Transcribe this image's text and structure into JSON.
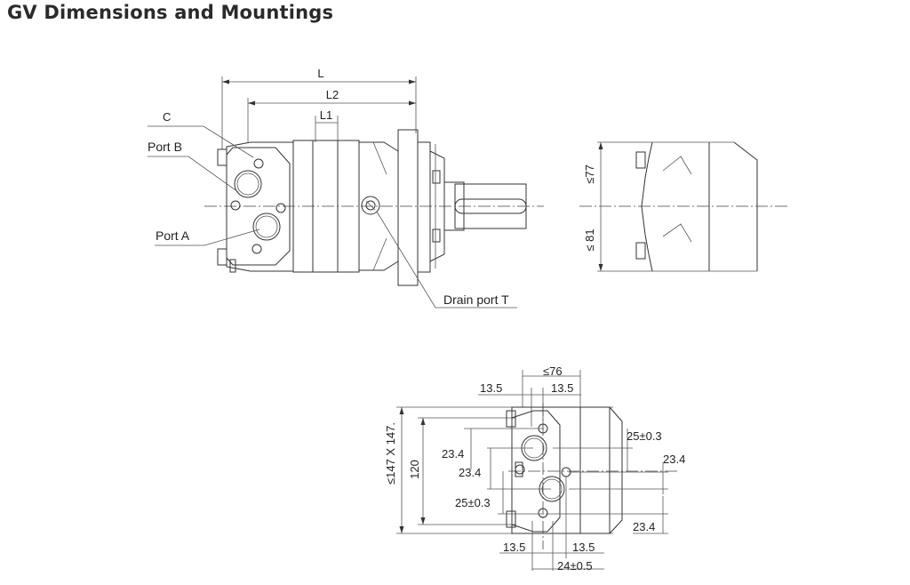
{
  "page": {
    "title": "GV Dimensions and Mountings"
  },
  "side_view": {
    "labels": {
      "L": "L",
      "L2": "L2",
      "L1": "L1",
      "C": "C",
      "port_b": "Port B",
      "port_a": "Port A",
      "drain": "Drain port T"
    }
  },
  "end_view": {
    "upper": "≤77",
    "lower": "≤ 81"
  },
  "mount_view": {
    "top_width": "≤76",
    "top_left": "13.5",
    "top_right": "13.5",
    "overall": "≤147 X 147.",
    "height": "120",
    "left_upper": "23.4",
    "left_mid": "23.4",
    "left_tol": "25±0.3",
    "right_tol": "25±0.3",
    "right_mid": "23.4",
    "right_lower": "23.4",
    "bottom_left": "13.5",
    "bottom_right": "13.5",
    "bottom_tol": "24±0.5"
  }
}
